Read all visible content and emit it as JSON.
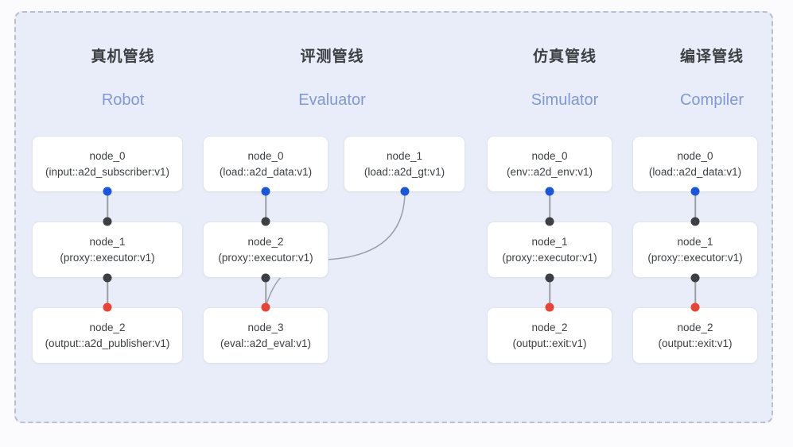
{
  "panel": {
    "background_color": "#e8edf9",
    "border_color": "#b9bfcd",
    "border_style": "dashed"
  },
  "palette": {
    "output_port": "#1a56db",
    "input_port": "#3c4043",
    "terminal_port": "#ea4335",
    "edge": "#9aa0a6",
    "title_cn": "#3c4043",
    "title_en": "#8099d6",
    "node_text": "#3c4043"
  },
  "columns": [
    {
      "id": "robot",
      "title_cn": "真机管线",
      "title_en": "Robot",
      "nodes": [
        {
          "name": "node_0",
          "type": "(input::a2d_subscriber:v1)"
        },
        {
          "name": "node_1",
          "type": "(proxy::executor:v1)"
        },
        {
          "name": "node_2",
          "type": "(output::a2d_publisher:v1)"
        }
      ]
    },
    {
      "id": "evaluator",
      "title_cn": "评测管线",
      "title_en": "Evaluator",
      "nodes": [
        {
          "name": "node_0",
          "type": "(load::a2d_data:v1)"
        },
        {
          "name": "node_1",
          "type": "(load::a2d_gt:v1)"
        },
        {
          "name": "node_2",
          "type": "(proxy::executor:v1)"
        },
        {
          "name": "node_3",
          "type": "(eval::a2d_eval:v1)"
        }
      ]
    },
    {
      "id": "simulator",
      "title_cn": "仿真管线",
      "title_en": "Simulator",
      "nodes": [
        {
          "name": "node_0",
          "type": "(env::a2d_env:v1)"
        },
        {
          "name": "node_1",
          "type": "(proxy::executor:v1)"
        },
        {
          "name": "node_2",
          "type": "(output::exit:v1)"
        }
      ]
    },
    {
      "id": "compiler",
      "title_cn": "编译管线",
      "title_en": "Compiler",
      "nodes": [
        {
          "name": "node_0",
          "type": "(load::a2d_data:v1)"
        },
        {
          "name": "node_1",
          "type": "(proxy::executor:v1)"
        },
        {
          "name": "node_2",
          "type": "(output::exit:v1)"
        }
      ]
    }
  ]
}
